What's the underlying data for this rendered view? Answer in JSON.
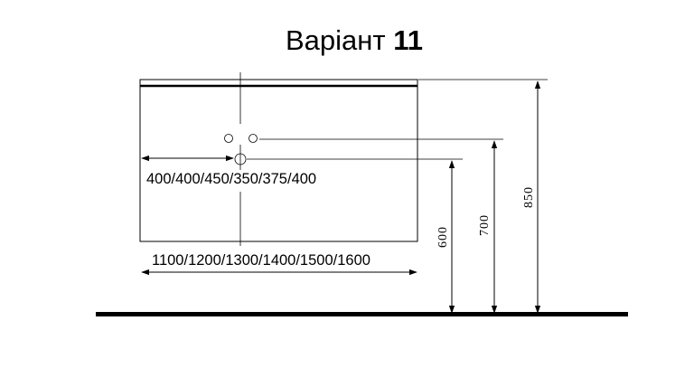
{
  "title": {
    "text": "Варіант",
    "number": "11"
  },
  "dimensions": {
    "drain_offset": "400/400/450/350/375/400",
    "widths": "1100/1200/1300/1400/1500/1600",
    "height_600": "600",
    "height_700": "700",
    "height_850": "850"
  }
}
